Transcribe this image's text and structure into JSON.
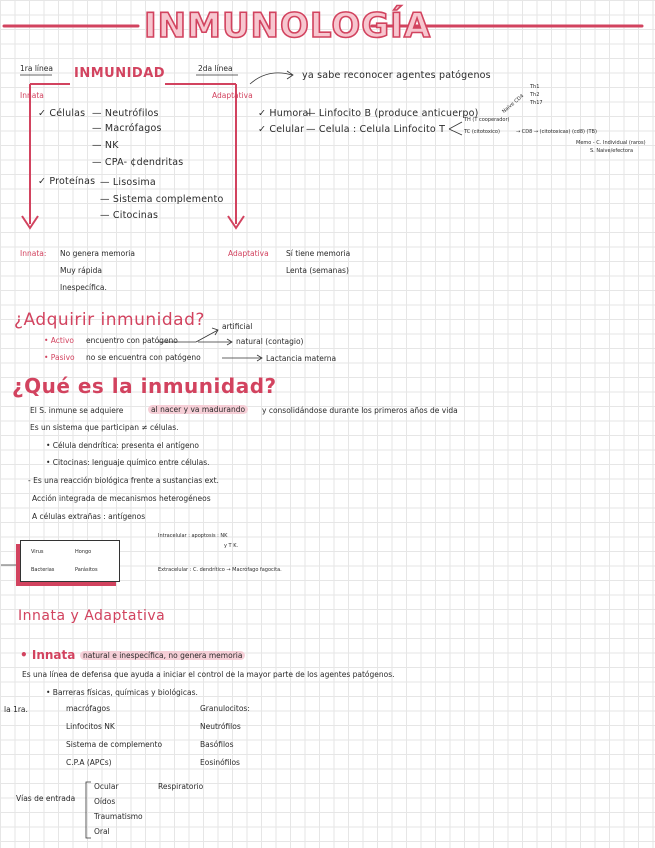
{
  "title": "INMUNOLOGÍA",
  "top": {
    "line1": "1ra línea",
    "immunity": "INMUNIDAD",
    "line2": "2da línea",
    "innate": "Innata",
    "adaptive": "Adaptativa",
    "knows": "ya sabe reconocer agentes patógenos"
  },
  "innate_list": {
    "cells": "✓ Células",
    "c1": "— Neutrófilos",
    "c2": "— Macrófagos",
    "c3": "— NK",
    "c4": "— CPA- ¢dendritas",
    "proteins": "✓ Proteínas",
    "p1": "— Lisosima",
    "p2": "— Sistema complemento",
    "p3": "— Citocinas"
  },
  "adaptive_list": {
    "humoral": "✓ Humoral",
    "humoral_desc": "— Linfocito B (produce anticuerpo)",
    "cellular": "✓ Celular",
    "cellular_desc": "— Celula : Celula Linfocito T",
    "tn1": "TH (T cooperador)",
    "tn2": "TC (citotoxico)",
    "small": "Naive CD4",
    "th": [
      "Th1",
      "Th2",
      "Th17"
    ],
    "cyto": "→ CD8 → (citotoxicas) (cd8) (TB)",
    "memo1": "Memo - C. Individual (raros)",
    "memo2": "S. Naive/efectora"
  },
  "comparison": {
    "innate_label": "Innata:",
    "innate_1": "No genera memoria",
    "innate_2": "Muy rápida",
    "innate_3": "Inespecífica.",
    "adaptive_label": "Adaptativa",
    "adaptive_1": "Sí tiene memoria",
    "adaptive_2": "Lenta (semanas)"
  },
  "acquire": {
    "heading": "¿Adquirir inmunidad?",
    "artificial": "artificial",
    "active": "• Activo",
    "active_text": "encuentro con patógeno",
    "natural": "natural (contagio)",
    "passive": "• Pasivo",
    "passive_text": "no se encuentra con patógeno",
    "lactancia": "Lactancia materna"
  },
  "what": {
    "heading": "¿Qué es la inmunidad?",
    "l1a": "El S. inmune se adquiere",
    "l1b": "al nacer y va madurando",
    "l1c": "y consolidándose durante los primeros años de vida",
    "l2": "Es un sistema que participan ≠ células.",
    "l3": "• Célula dendrítica: presenta el antígeno",
    "l4": "• Citocinas: lenguaje químico entre células.",
    "l5": "- Es una reacción biológica frente a sustancias ext.",
    "l6": "Acción integrada de mecanismos heterogéneos",
    "l7": "A células extrañas : antígenos",
    "intracel": "Intracelular : apoptosis : NK",
    "intracel2": "y T K.",
    "extracel": "Extracelular : C. dendrítico → Macrófago fagocita.",
    "box": [
      "Virus",
      "Hongo",
      "Bacterias",
      "Parásitos"
    ]
  },
  "innate_adaptive": {
    "heading": "Innata y Adaptativa",
    "innata": "• Innata",
    "innata_desc": "natural e inespecífica, no genera memoria",
    "l1": "Es una línea de defensa que ayuda a iniciar el control de la mayor parte de los agentes patógenos.",
    "l2": "• Barreras físicas, químicas y biológicas.",
    "first": "la 1ra.",
    "col1": [
      "macrófagos",
      "Linfocitos NK",
      "Sistema de complemento",
      "C.P.A (APCs)"
    ],
    "col2": [
      "Granulocitos:",
      "Neutrófilos",
      "Basófilos",
      "Eosinófilos"
    ],
    "vias": "Vías de entrada",
    "vias_list": [
      "Ocular",
      "Oídos",
      "Traumatismo",
      "Oral"
    ],
    "respiratorio": "Respiratorio"
  }
}
